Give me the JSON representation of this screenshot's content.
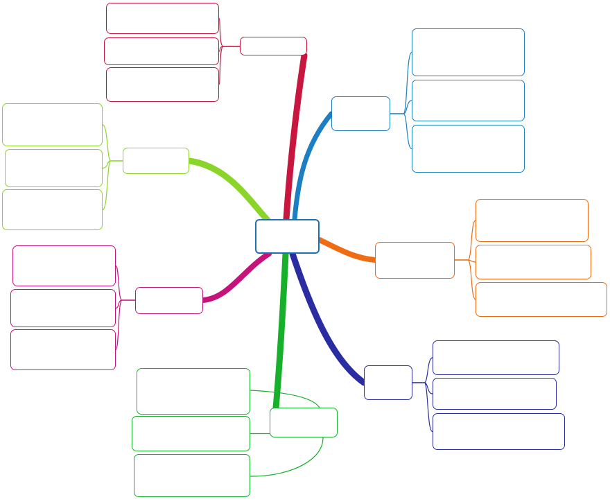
{
  "colors": {
    "center": "#1f6fb5",
    "crimson": "#c8163f",
    "blue": "#1b7fc1",
    "orange": "#ef6c12",
    "navy": "#2a2ca2",
    "green": "#17b02a",
    "magenta": "#c6137c",
    "lime": "#8bd42a"
  },
  "mindmap": {
    "center": {
      "label": ""
    },
    "branches": [
      {
        "id": "crimson",
        "color": "crimson",
        "label": "",
        "children": [
          "",
          "",
          ""
        ]
      },
      {
        "id": "blue",
        "color": "blue",
        "label": "",
        "children": [
          "",
          "",
          ""
        ]
      },
      {
        "id": "orange",
        "color": "orange",
        "label": "",
        "children": [
          "",
          "",
          ""
        ]
      },
      {
        "id": "navy",
        "color": "navy",
        "label": "",
        "children": [
          "",
          "",
          ""
        ]
      },
      {
        "id": "green",
        "color": "green",
        "label": "",
        "children": [
          "",
          "",
          ""
        ]
      },
      {
        "id": "magenta",
        "color": "magenta",
        "label": "",
        "children": [
          "",
          "",
          ""
        ]
      },
      {
        "id": "lime",
        "color": "lime",
        "label": "",
        "children": [
          "",
          "",
          ""
        ]
      }
    ]
  }
}
